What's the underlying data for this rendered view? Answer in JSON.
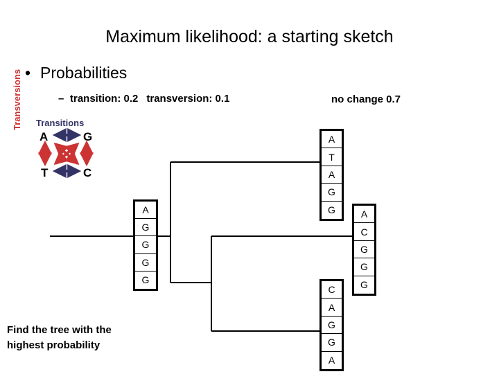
{
  "slide": {
    "title": "Maximum likelihood: a starting sketch",
    "bullet_level1": "Probabilities",
    "bullet_level1_marker": "•",
    "bullet_level2_marker": "–",
    "bullet_level2_transition": "transition:  0.2",
    "bullet_level2_transversion": "transversion: 0.1",
    "no_change": "no change 0.7",
    "footnote_line1": "Find the tree with the",
    "footnote_line2": "highest probability"
  },
  "substitution_diagram": {
    "transitions_label": "Transitions",
    "transversions_label": "Transversions",
    "transitions_color": "#333366",
    "transversions_color": "#cc3333",
    "nucleotides": {
      "top_left": "A",
      "top_right": "G",
      "bottom_left": "T",
      "bottom_right": "C"
    },
    "edges": [
      {
        "name": "A-G",
        "type": "transition",
        "color": "#333366"
      },
      {
        "name": "T-C",
        "type": "transition",
        "color": "#333366"
      },
      {
        "name": "A-T",
        "type": "transversion",
        "color": "#cc3333"
      },
      {
        "name": "G-C",
        "type": "transversion",
        "color": "#cc3333"
      },
      {
        "name": "A-C",
        "type": "transversion",
        "color": "#cc3333"
      },
      {
        "name": "G-T",
        "type": "transversion",
        "color": "#cc3333"
      }
    ]
  },
  "probabilities": {
    "transition": "0.2",
    "transversion": "0.1",
    "no_change": "0.7"
  },
  "sequences": [
    {
      "id": "taxon-1",
      "residues": [
        "A",
        "T",
        "A",
        "G",
        "G"
      ]
    },
    {
      "id": "taxon-2",
      "residues": [
        "A",
        "C",
        "G",
        "G",
        "G"
      ]
    },
    {
      "id": "taxon-3",
      "residues": [
        "C",
        "A",
        "G",
        "G",
        "A"
      ]
    },
    {
      "id": "ancestor",
      "residues": [
        "A",
        "G",
        "G",
        "G",
        "G"
      ]
    }
  ]
}
